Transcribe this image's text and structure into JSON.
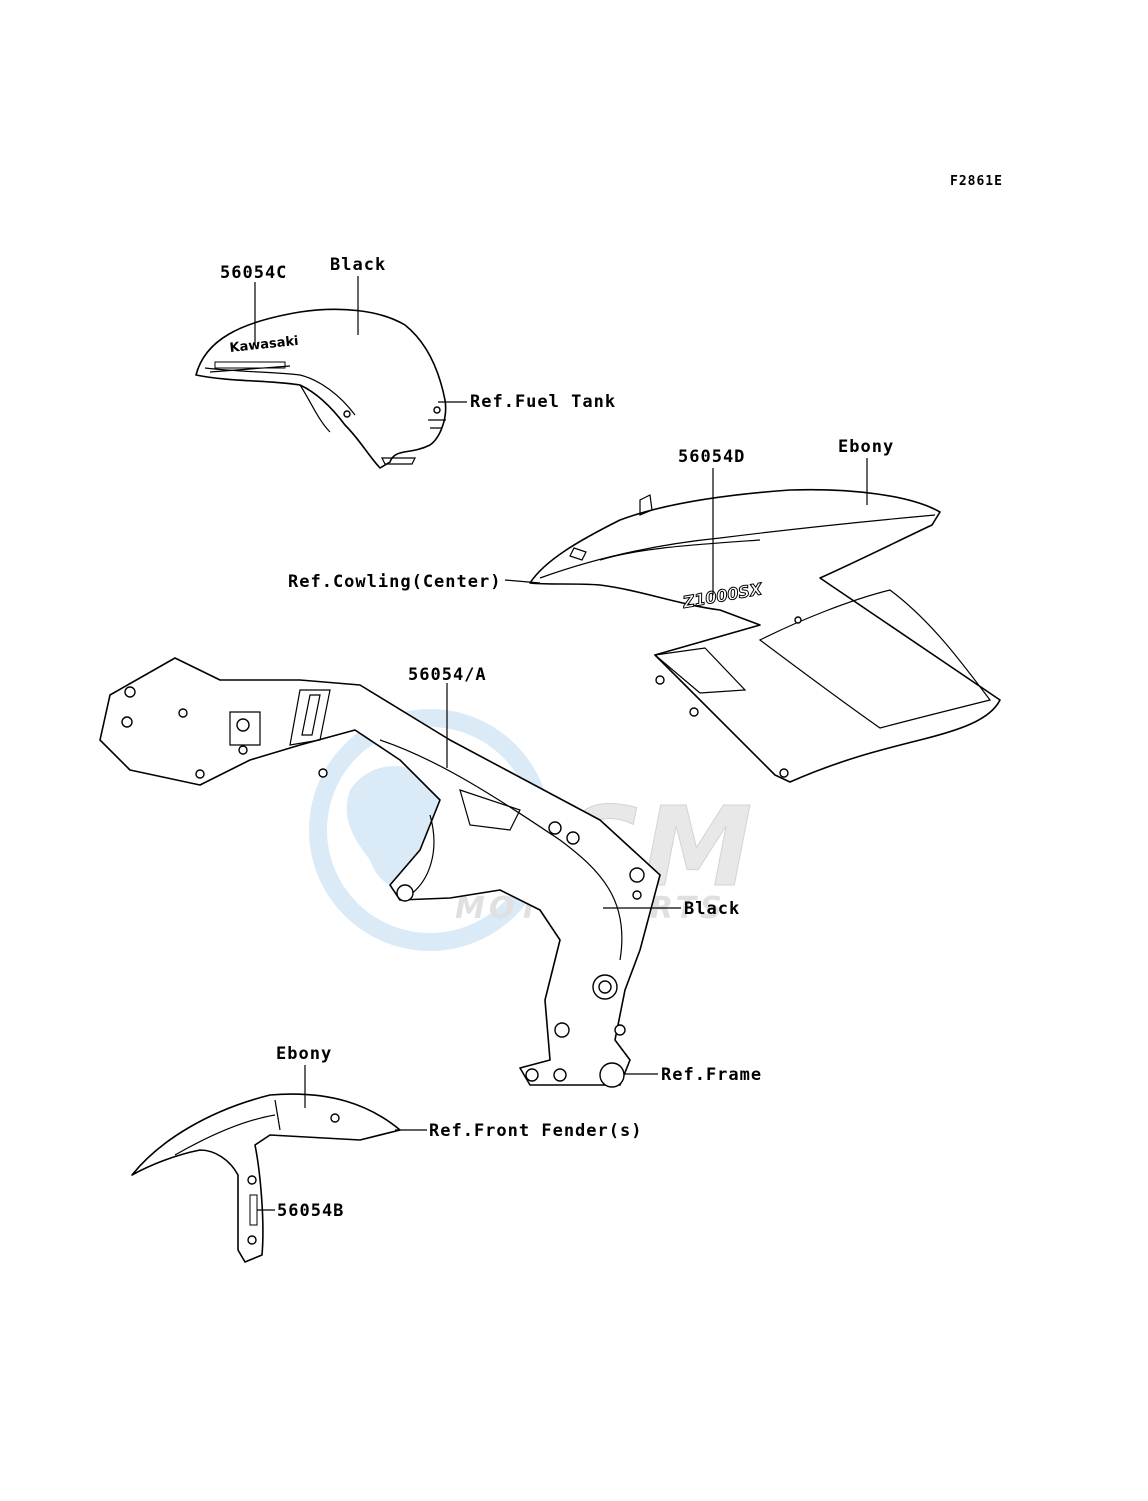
{
  "diagram": {
    "code": "F2861E",
    "watermark": {
      "text": "MOTORPARTS",
      "brand_mark": "OSM"
    },
    "parts": {
      "tank": {
        "part_number": "56054C",
        "color": "Black",
        "reference": "Ref.Fuel Tank",
        "decal_text": "Kawasaki"
      },
      "cowling": {
        "part_number": "56054D",
        "color": "Ebony",
        "reference": "Ref.Cowling(Center)"
      },
      "frame": {
        "part_number": "56054/A",
        "color": "Black",
        "reference": "Ref.Frame"
      },
      "fender": {
        "part_number": "56054B",
        "color": "Ebony",
        "reference": "Ref.Front Fender(s)"
      }
    },
    "colors": {
      "line": "#000000",
      "background": "#ffffff",
      "watermark_blue": "#bcd9f0",
      "watermark_grey": "#c8c8c8"
    }
  }
}
